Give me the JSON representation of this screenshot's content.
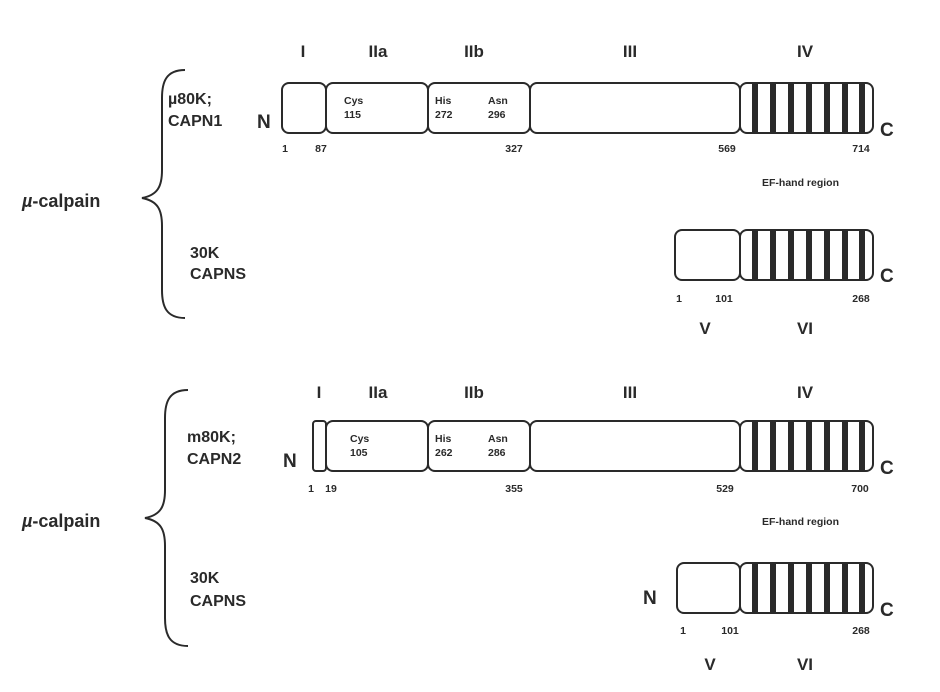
{
  "panels": [
    {
      "complex_label": "-calpain",
      "complex_prefix": "µ",
      "large_subunit": {
        "label_line1": "µ80K;",
        "label_line2": "CAPN1",
        "n_terminus": "N",
        "c_terminus": "C",
        "domain_headers": [
          "I",
          "IIa",
          "IIb",
          "III",
          "IV"
        ],
        "residues": [
          {
            "name": "Cys",
            "number": "115"
          },
          {
            "name": "His",
            "number": "272"
          },
          {
            "name": "Asn",
            "number": "296"
          }
        ],
        "positions": [
          "1",
          "87",
          "327",
          "569",
          "714"
        ],
        "ef_hand_label": "EF-hand region"
      },
      "small_subunit": {
        "label_line1": "30K",
        "label_line2": "CAPNS",
        "n_terminus": "",
        "c_terminus": "C",
        "positions": [
          "1",
          "101",
          "268"
        ],
        "domain_footers": [
          "V",
          "VI"
        ]
      }
    },
    {
      "complex_label": "-calpain",
      "complex_prefix": "µ",
      "large_subunit": {
        "label_line1": "m80K;",
        "label_line2": "CAPN2",
        "n_terminus": "N",
        "c_terminus": "C",
        "domain_headers": [
          "I",
          "IIa",
          "IIb",
          "III",
          "IV"
        ],
        "residues": [
          {
            "name": "Cys",
            "number": "105"
          },
          {
            "name": "His",
            "number": "262"
          },
          {
            "name": "Asn",
            "number": "286"
          }
        ],
        "positions": [
          "1",
          "19",
          "355",
          "529",
          "700"
        ],
        "ef_hand_label": "EF-hand region"
      },
      "small_subunit": {
        "label_line1": "30K",
        "label_line2": "CAPNS",
        "n_terminus": "N",
        "c_terminus": "C",
        "positions": [
          "1",
          "101",
          "268"
        ],
        "domain_footers": [
          "V",
          "VI"
        ]
      }
    }
  ]
}
